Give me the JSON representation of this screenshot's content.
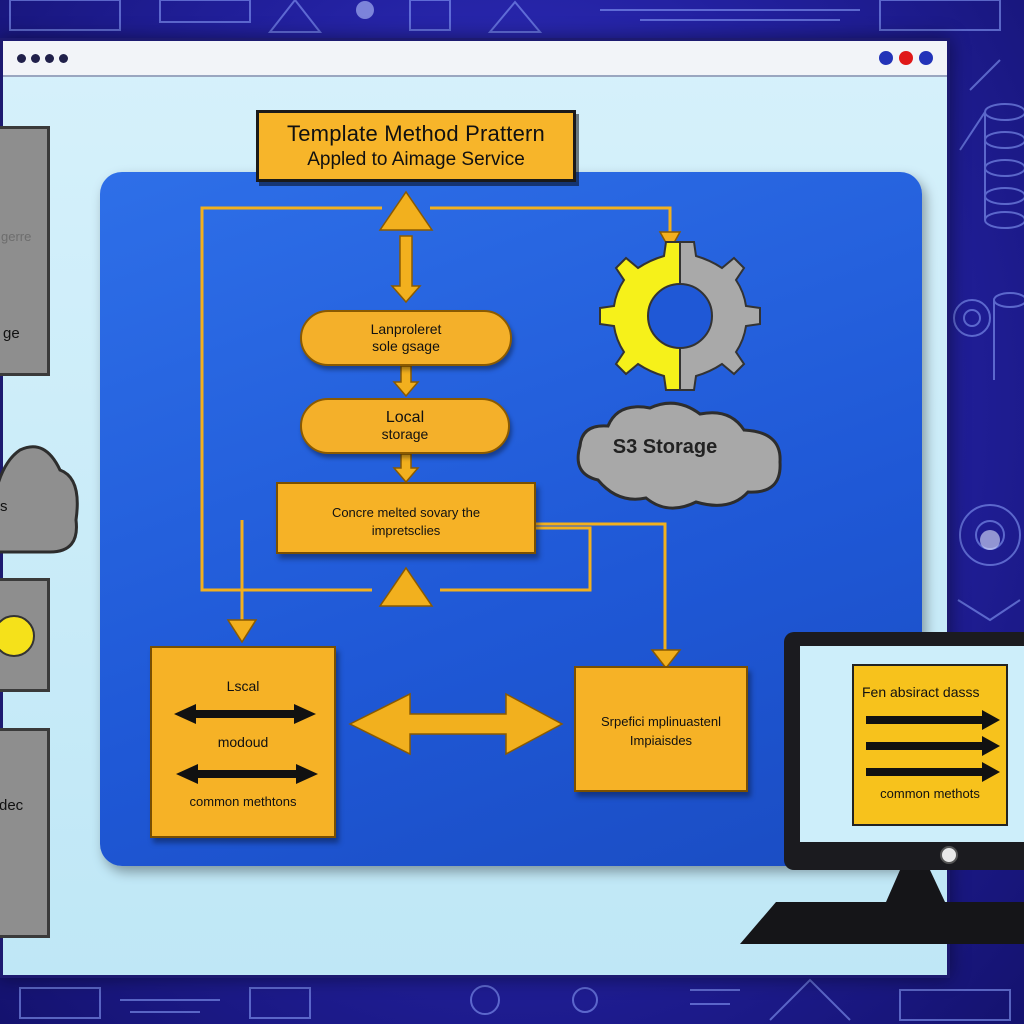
{
  "diagram": {
    "title_line1": "Template Method Prattern",
    "title_line2": "Appled to Aimage Service",
    "pill1_line1": "Lanproleret",
    "pill1_line2": "sole gsage",
    "pill2_line1": "Local",
    "pill2_line2": "storage",
    "concrete_line1": "Concre melted sovary the",
    "concrete_line2": "impretsclies",
    "cloud_label": "S3 Storage",
    "left_box": {
      "label1": "Lscal",
      "label2": "modoud",
      "label3": "common methtons"
    },
    "right_box": {
      "line1": "Srpefici mplinuastenl",
      "line2": "Impiaisdes"
    },
    "monitor_box": {
      "title": "Fen absiract dasss",
      "footer": "common methots"
    }
  },
  "side_panels": {
    "panel1_text": "ge",
    "panel1_faded": "gerre",
    "panel2_text": "s",
    "panel4_text": "dec"
  },
  "colors": {
    "accent_orange": "#f6b226",
    "panel_blue": "#1f58d6",
    "arrow_gold": "#f2b01e",
    "gear_yellow": "#f6f11a",
    "gear_gray": "#a9a9a9"
  }
}
